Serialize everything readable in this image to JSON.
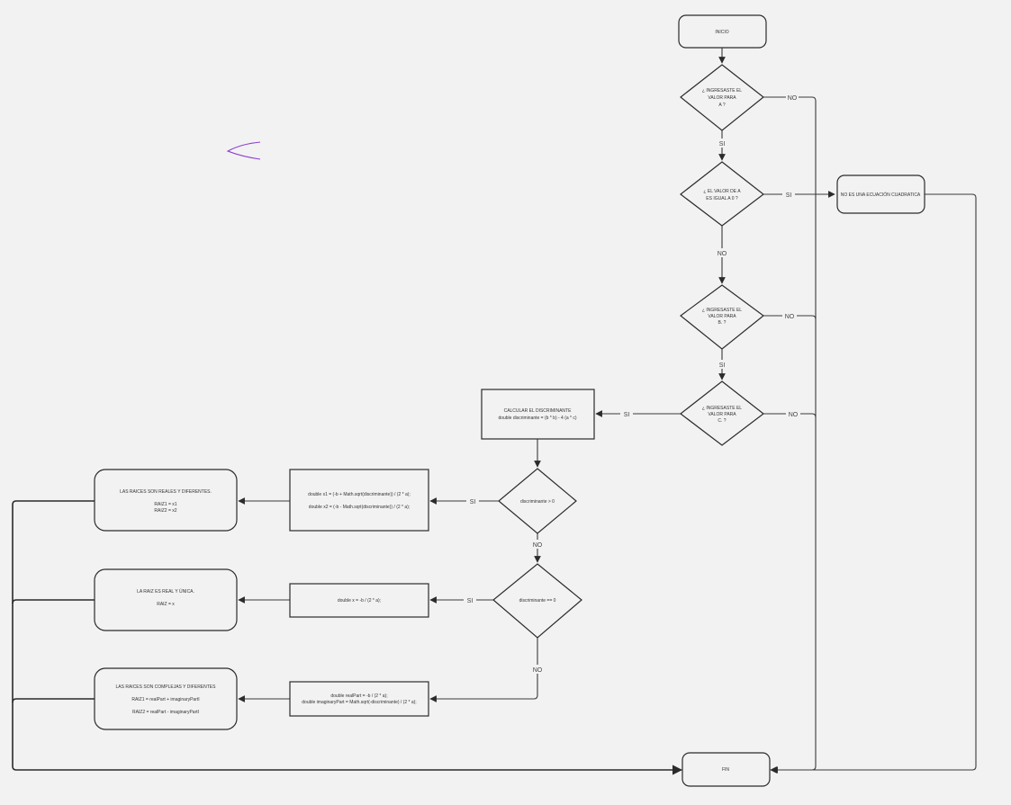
{
  "nodes": {
    "inicio": "INICIO",
    "fin": "FIN",
    "qa": [
      "¿ INGRESASTE EL",
      "VALOR PARA",
      "A ?"
    ],
    "qa0": [
      "¿ EL VALOR DE A",
      "ES IGUAL A 0 ?"
    ],
    "qb": [
      "¿ INGRESASTE EL",
      "VALOR PARA",
      "B. ?"
    ],
    "qc": [
      "¿ INGRESASTE EL",
      "VALOR PARA",
      "C. ?"
    ],
    "no_cuad": "NO ES UNA ECUACIÓN CUADRATICA",
    "calc": [
      "CALCULAR EL DISCRIMINANTE",
      "double discriminante = (b * b) - 4 (a * c)"
    ],
    "d_gt": "discriminante > 0",
    "d_eq": "discriminante == 0",
    "x12": [
      "double x1 = (-b + Math.sqrt(discriminante)) / (2 * a);",
      "double x2 = (-b - Math.sqrt(discriminante)) / (2 * a);"
    ],
    "x_single": "double x = -b / (2 * a);",
    "complex": [
      "double realPart = -b / (2 * a);",
      "double imaginaryPart = Math.sqrt(-discriminante) / (2 * a);"
    ],
    "out_real": [
      "LAS RAICES SON REALES Y DIFERENTES.",
      "RAIZ1 = x1",
      "RAIZ2 = x2"
    ],
    "out_unique": [
      "LA RAIZ ES REAL Y ÚNICA.",
      "RAIZ = x"
    ],
    "out_complex": [
      "LAS RAICES SON COMPLEJAS Y DIFERENTES",
      "RAIZ1 = realPart + imaginaryPartI",
      "RAIZ2 = realPart - imaginaryPartI"
    ]
  },
  "labels": {
    "qa_no": "NO",
    "qa_si": "SI",
    "qa0_si": "SI",
    "qa0_no": "NO",
    "qb_no": "NO",
    "qb_si": "SI",
    "qc_si": "SI",
    "qc_no": "NO",
    "dgt_si": "SI",
    "dgt_no": "NO",
    "deq_si": "SI",
    "deq_no": "NO"
  },
  "colors": {
    "background": "#f2f2f2",
    "stroke": "#2b2b2b",
    "annotation": "#8a3fd1"
  }
}
